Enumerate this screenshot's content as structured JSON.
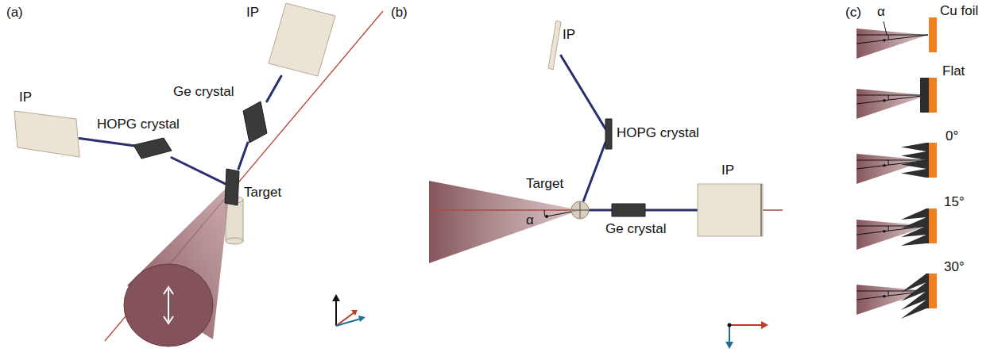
{
  "diagram": {
    "nodes": [
      {
        "text": [
          "Target"
        ]
      },
      {
        "text": [
          "HOPG crystal"
        ]
      },
      {
        "text": [
          "IP"
        ]
      },
      {
        "text": [
          "Ge crystal"
        ]
      },
      {
        "text": [
          "IP"
        ]
      },
      {
        "text": [
          "Target"
        ]
      },
      {
        "text": [
          "HOPG crystal"
        ]
      },
      {
        "text": [
          "IP"
        ]
      },
      {
        "text": [
          "Ge crystal"
        ]
      },
      {
        "text": [
          "IP"
        ]
      }
    ],
    "edges": [
      {
        "from": 0,
        "to": 1,
        "arrow": "none"
      },
      {
        "from": 1,
        "to": 2,
        "arrow": "none"
      },
      {
        "from": 0,
        "to": 3,
        "arrow": "none"
      },
      {
        "from": 3,
        "to": 4,
        "arrow": "none"
      },
      {
        "from": 5,
        "to": 6,
        "arrow": "none"
      },
      {
        "from": 6,
        "to": 7,
        "arrow": "none"
      },
      {
        "from": 5,
        "to": 8,
        "arrow": "none"
      },
      {
        "from": 8,
        "to": 9,
        "arrow": "none"
      }
    ],
    "labels": [
      "(a)",
      "(b)",
      "α",
      "(c)",
      "α",
      "Cu foil",
      "Flat",
      "0°",
      "15°",
      "30°"
    ]
  }
}
